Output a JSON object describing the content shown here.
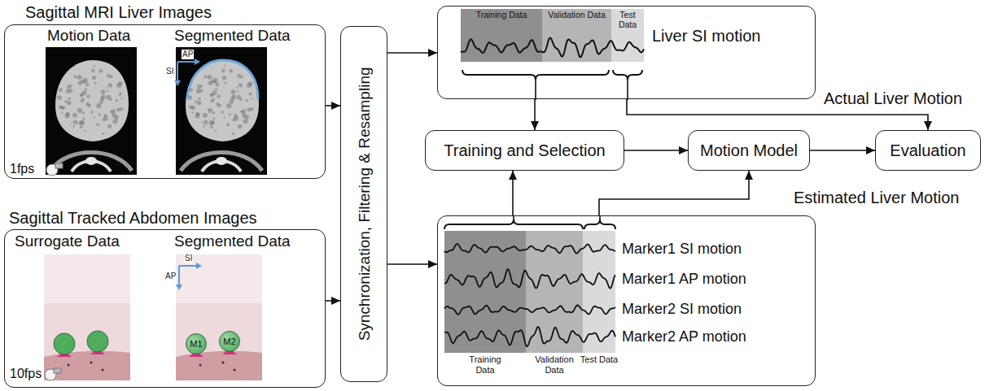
{
  "diagram": {
    "nodes": [
      {
        "text": [
          "Sagittal MRI Liver Images",
          "Motion Data",
          "Segmented Data",
          "AP",
          "SI",
          "1fps"
        ]
      },
      {
        "text": [
          "Sagittal Tracked Abdomen Images",
          "Surrogate Data",
          "Segmented Data",
          "SI",
          "AP",
          "10fps"
        ]
      },
      {
        "text": [
          "M1"
        ],
        "in": 1
      },
      {
        "text": [
          "M2"
        ],
        "in": 1
      },
      {
        "text": [
          "Synchronization, Filtering & Resampling"
        ]
      },
      {
        "text": [
          "Liver SI motion"
        ]
      },
      {
        "text": [
          "Training Data"
        ],
        "in": 5
      },
      {
        "text": [
          "Validation Data"
        ],
        "in": 5
      },
      {
        "text": [
          "Test Data"
        ],
        "in": 5
      },
      {
        "text": [
          "Training and Selection"
        ]
      },
      {
        "text": [
          "Motion Model"
        ]
      },
      {
        "text": [
          "Evaluation"
        ]
      },
      {
        "text": [
          "Marker1 SI motion",
          "Marker1 AP motion",
          "Marker2 SI motion",
          "Marker2 AP motion"
        ]
      },
      {
        "text": [
          "Training Data"
        ],
        "in": 12
      },
      {
        "text": [
          "Validation Data"
        ],
        "in": 12
      },
      {
        "text": [
          "Test Data"
        ],
        "in": 12
      }
    ],
    "edges": [
      {
        "from": 0,
        "to": 4,
        "arrow": "to"
      },
      {
        "from": 1,
        "to": 4,
        "arrow": "to"
      },
      {
        "from": 4,
        "to": 5,
        "arrow": "to"
      },
      {
        "from": 4,
        "to": 12,
        "arrow": "to"
      },
      {
        "from": 5,
        "to": 9,
        "arrow": "to"
      },
      {
        "from": 12,
        "to": 9,
        "arrow": "to"
      },
      {
        "from": 9,
        "to": 10,
        "arrow": "to"
      },
      {
        "from": 12,
        "to": 10,
        "arrow": "to"
      },
      {
        "from": 5,
        "to": 11,
        "label": "Actual Liver Motion",
        "arrow": "to"
      },
      {
        "from": 10,
        "to": 11,
        "arrow": "to"
      }
    ],
    "labels": [
      "Estimated Liver Motion"
    ]
  }
}
